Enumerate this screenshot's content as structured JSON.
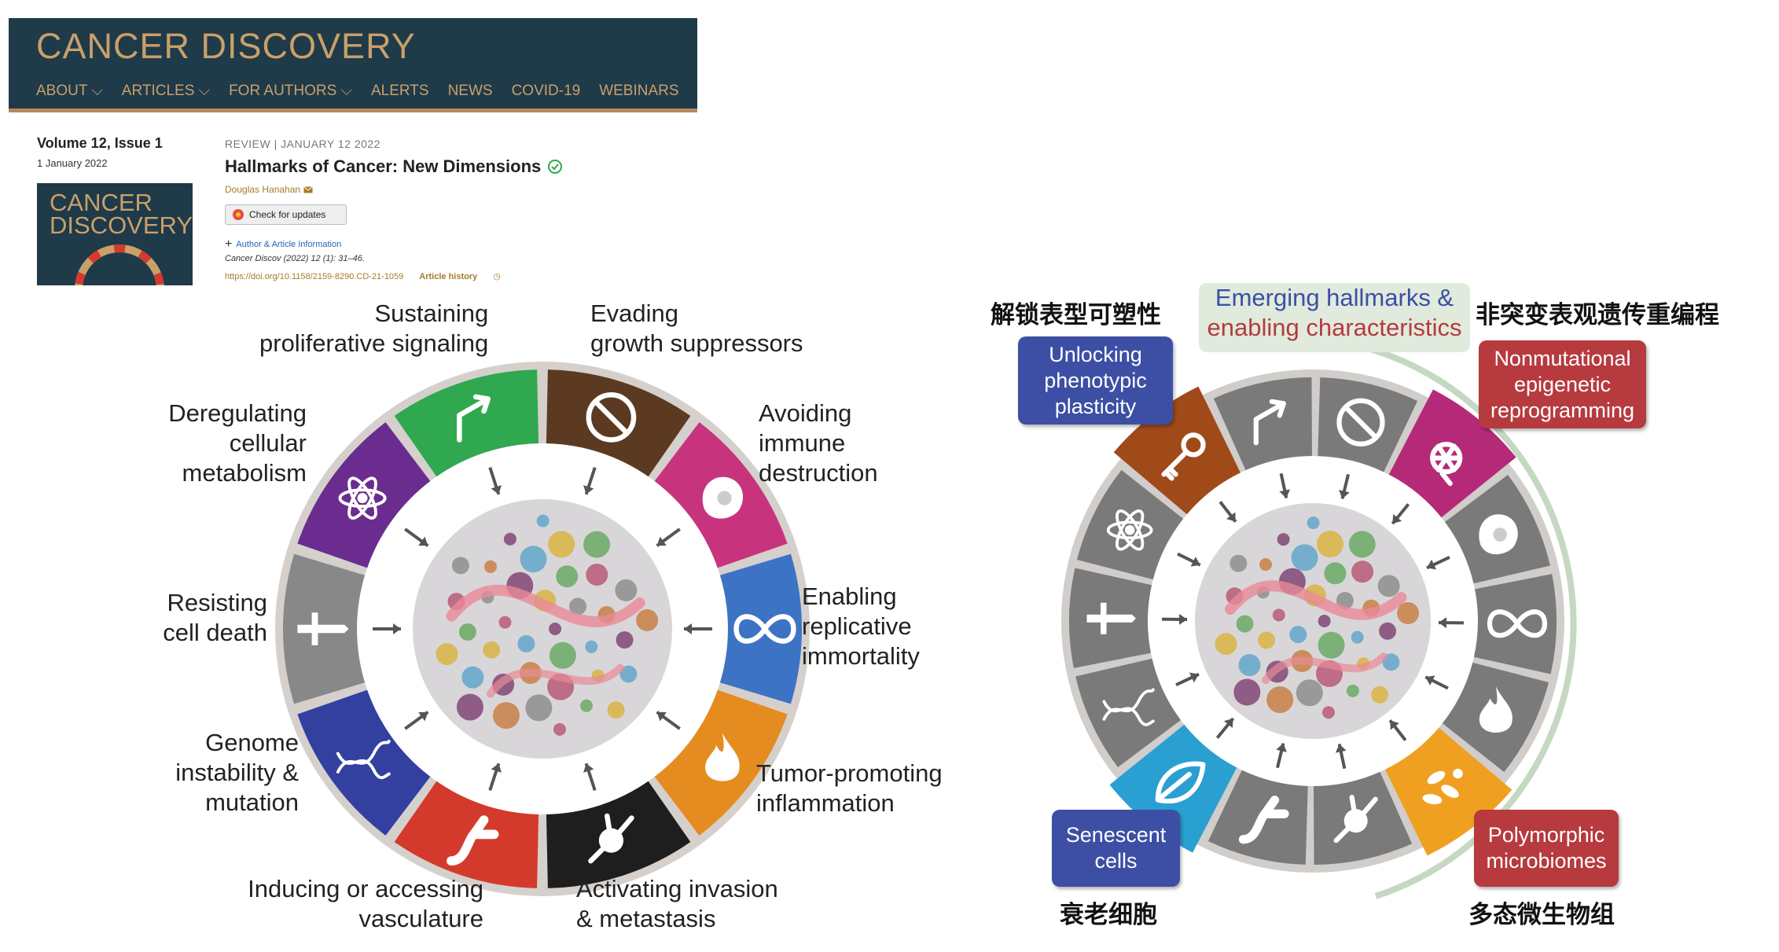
{
  "journal": {
    "name": "CANCER DISCOVERY",
    "nav": [
      "ABOUT ⌵",
      "ARTICLES ⌵",
      "FOR AUTHORS ⌵",
      "ALERTS",
      "NEWS",
      "COVID-19",
      "WEBINARS"
    ]
  },
  "issue": {
    "volume": "Volume 12, Issue 1",
    "date": "1 January 2022",
    "cover_title": "CANCER DISCOVERY"
  },
  "article": {
    "type_date": "REVIEW |  JANUARY 12 2022",
    "title": "Hallmarks of Cancer: New Dimensions",
    "author": "Douglas Hanahan",
    "check_updates": "Check for updates",
    "author_info": "Author & Article Information",
    "citation": "Cancer Discov (2022) 12 (1): 31–46.",
    "doi": "https://doi.org/10.1158/2159-8290.CD-21-1059",
    "history": "Article history"
  },
  "left_wheel": {
    "labels": {
      "sustaining": [
        "Sustaining",
        "proliferative signaling"
      ],
      "evading": [
        "Evading",
        "growth suppressors"
      ],
      "deregulating": [
        "Deregulating",
        "cellular",
        "metabolism"
      ],
      "avoiding": [
        "Avoiding",
        "immune",
        "destruction"
      ],
      "resisting": [
        "Resisting",
        "cell death"
      ],
      "enabling": [
        "Enabling",
        "replicative",
        "immortality"
      ],
      "genome": [
        "Genome",
        "instability &",
        "mutation"
      ],
      "tumor": [
        "Tumor-promoting",
        "inflammation"
      ],
      "inducing": [
        "Inducing or accessing",
        "vasculature"
      ],
      "activating": [
        "Activating invasion",
        "& metastasis"
      ]
    },
    "segment_colors": [
      "#2fa84f",
      "#5c3a21",
      "#c8337e",
      "#3d73c4",
      "#e58c20",
      "#1e1e1e",
      "#d33a2c",
      "#3340a0",
      "#888888",
      "#6a2d8f"
    ],
    "segment_icons": [
      "arrow-up-right-icon",
      "no-entry-icon",
      "macrophage-icon",
      "infinity-icon",
      "flame-icon",
      "invasion-icon",
      "vessel-icon",
      "dna-icon",
      "dagger-icon",
      "atom-icon"
    ]
  },
  "right_wheel": {
    "emerging": [
      "Emerging hallmarks &",
      "enabling characteristics"
    ],
    "cn_unlocking": "解锁表型可塑性",
    "cn_epigenetic": "非突变表观遗传重编程",
    "cn_senescent": "衰老细胞",
    "cn_microbiome": "多态微生物组",
    "unlocking": [
      "Unlocking",
      "phenotypic",
      "plasticity"
    ],
    "epigenetic": [
      "Nonmutational",
      "epigenetic",
      "reprogramming"
    ],
    "senescent": [
      "Senescent",
      "cells"
    ],
    "microbiome": [
      "Polymorphic",
      "microbiomes"
    ],
    "accent_colors": {
      "unlocking": "#a04a1a",
      "epigenetic": "#b52a78",
      "senescent": "#2aa0d2",
      "microbiome": "#f0a020",
      "emerging_bg": "#e0eadd",
      "arc": "#c5d8c2"
    }
  }
}
